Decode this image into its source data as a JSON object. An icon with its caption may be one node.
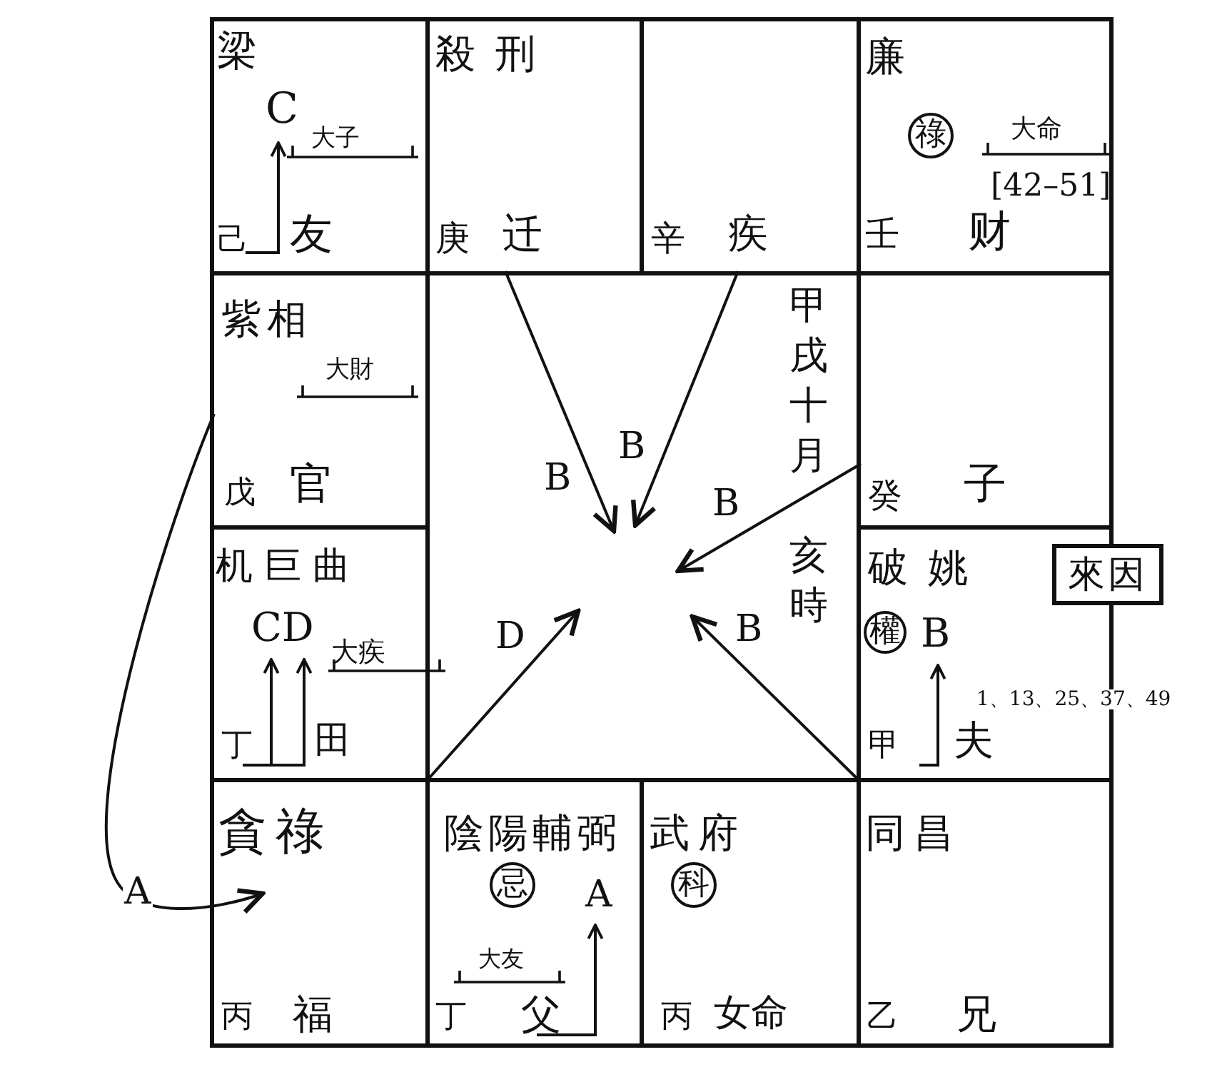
{
  "diagram": {
    "nodes": [
      {
        "text": [
          "梁",
          "C",
          "大子",
          "己",
          "友"
        ]
      },
      {
        "text": [
          "殺刑",
          "庚",
          "迁"
        ]
      },
      {
        "text": [
          "辛",
          "疾"
        ]
      },
      {
        "text": [
          "廉",
          "大命",
          "[42–51]",
          "壬",
          "财"
        ]
      },
      {
        "text": [
          "祿"
        ],
        "in": 3
      },
      {
        "text": [
          "紫相",
          "大財",
          "戊",
          "官"
        ]
      },
      {
        "text": [
          "癸",
          "子"
        ]
      },
      {
        "text": [
          "机巨曲",
          "CD",
          "大疾",
          "丁",
          "田"
        ]
      },
      {
        "text": [
          "破姚",
          "B",
          "1、13、25、37、49",
          "甲",
          "夫"
        ]
      },
      {
        "text": [
          "權"
        ],
        "in": 8
      },
      {
        "text": [
          "來因"
        ]
      },
      {
        "text": [
          "貪祿",
          "丙",
          "福"
        ]
      },
      {
        "text": [
          "陰陽輔弼",
          "A",
          "大友",
          "丁",
          "父"
        ]
      },
      {
        "text": [
          "忌"
        ],
        "in": 12
      },
      {
        "text": [
          "武府",
          "丙",
          "女命"
        ]
      },
      {
        "text": [
          "科"
        ],
        "in": 14
      },
      {
        "text": [
          "同昌",
          "乙",
          "兄"
        ]
      }
    ],
    "edges": [
      {
        "from": 1,
        "to": null,
        "arrow": "to",
        "label": "B"
      },
      {
        "from": 2,
        "to": null,
        "arrow": "to",
        "label": "B"
      },
      {
        "from": 6,
        "to": null,
        "arrow": "to",
        "label": "B"
      },
      {
        "from": 16,
        "to": null,
        "arrow": "to",
        "label": "B"
      },
      {
        "from": 11,
        "to": null,
        "arrow": "to",
        "label": "D"
      },
      {
        "from": 5,
        "to": 11,
        "arrow": "to",
        "label": "A"
      }
    ],
    "labels": [
      "甲戌十月",
      "亥時"
    ]
  }
}
